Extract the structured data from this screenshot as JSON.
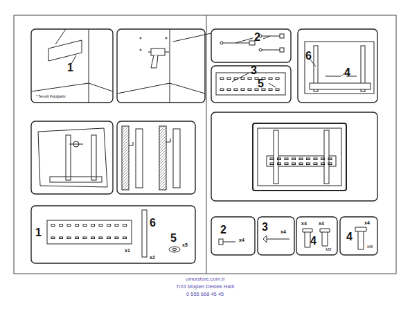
{
  "diagram": {
    "labels": [
      "1",
      "* Temsili Fotoğraftır",
      "2",
      "3",
      "5",
      "6",
      "4",
      "1",
      "6",
      "5",
      "x5",
      "x1",
      "x2",
      "2",
      "x4",
      "3",
      "x4",
      "x4",
      "x4",
      "4",
      "M5",
      "4",
      "x4",
      "M6",
      "umurstore.com.tr",
      "7/24 Müşteri Destek Hattı",
      "0 555 668 45 45"
    ]
  }
}
